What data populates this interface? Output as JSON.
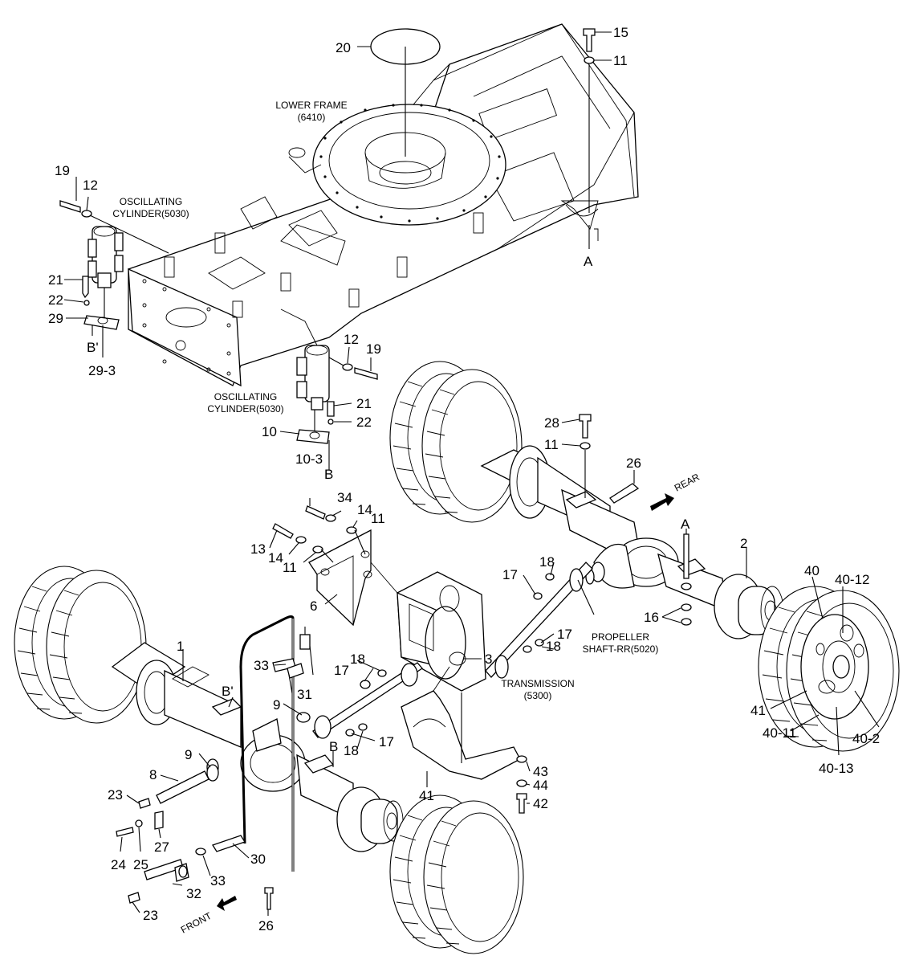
{
  "labels": {
    "lower_frame": [
      "LOWER FRAME",
      "(6410)"
    ],
    "osc_cyl_left": [
      "OSCILLATING",
      "CYLINDER(5030)"
    ],
    "osc_cyl_mid": [
      "OSCILLATING",
      "CYLINDER(5030)"
    ],
    "transmission": [
      "TRANSMISSION",
      "(5300)"
    ],
    "propeller": [
      "PROPELLER",
      "SHAFT-RR(5020)"
    ],
    "rear": "REAR",
    "front": "FRONT"
  },
  "callouts": {
    "c20": "20",
    "c15": "15",
    "c11a": "11",
    "cA_top": "A",
    "c19a": "19",
    "c12a": "12",
    "c21a": "21",
    "c22a": "22",
    "c29": "29",
    "cBp_top": "B'",
    "c29_3": "29-3",
    "c12b": "12",
    "c19b": "19",
    "c21b": "21",
    "c22b": "22",
    "c10": "10",
    "c10_3": "10-3",
    "cB_top": "B",
    "c28": "28",
    "c11b": "11",
    "c26a": "26",
    "c34": "34",
    "c14a": "14",
    "c11c": "11",
    "c13": "13",
    "c14b": "14",
    "c11d": "11",
    "c6": "6",
    "c1": "1",
    "c2": "2",
    "cA_mid": "A",
    "c16": "16",
    "c18a": "18",
    "c17a": "17",
    "c17b": "17",
    "c18b": "18",
    "c40": "40",
    "c40_12": "40-12",
    "c41a": "41",
    "c40_11": "40-11",
    "c40_2": "40-2",
    "c40_13": "40-13",
    "c3": "3",
    "c33a": "33",
    "c31": "31",
    "c17c": "17",
    "c18c": "18",
    "c9a": "9",
    "cBp_mid": "B'",
    "c18d": "18",
    "c17d": "17",
    "cB_mid": "B",
    "c9b": "9",
    "c8": "8",
    "c23a": "23",
    "c27": "27",
    "c25": "25",
    "c24": "24",
    "c30": "30",
    "c33b": "33",
    "c32": "32",
    "c23b": "23",
    "c26b": "26",
    "c41b": "41",
    "c43": "43",
    "c44": "44",
    "c42": "42"
  }
}
